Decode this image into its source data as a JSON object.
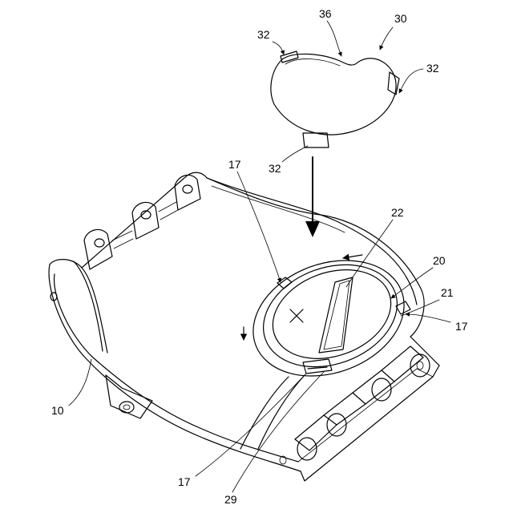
{
  "figure": {
    "reference_numerals": {
      "lid_assembly": "30",
      "lid_tab_top_left": "32",
      "lid_tab_right": "32",
      "lid_tab_bottom": "32",
      "lid_notch": "36",
      "detent_top": "17",
      "detent_right": "17",
      "detent_bottom": "17",
      "battery_seat": "22",
      "battery_holder": "20",
      "battery_cell": "21",
      "slot_29": "29",
      "housing_body": "10"
    },
    "colors": {
      "ink": "#000000",
      "paper": "#ffffff"
    }
  }
}
